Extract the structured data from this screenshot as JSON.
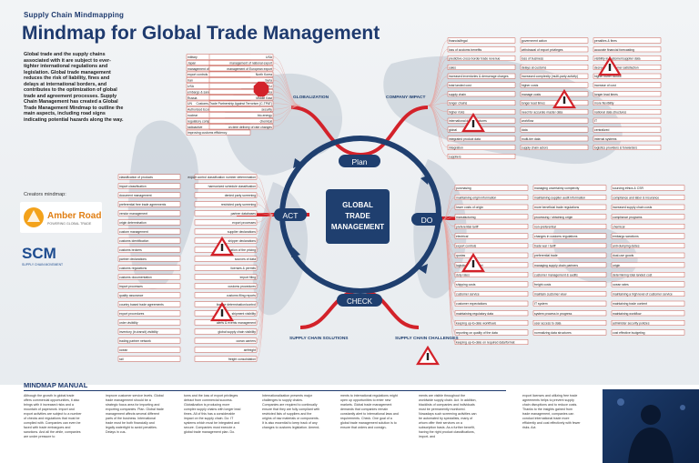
{
  "header": {
    "kicker": "Supply Chain Mindmapping",
    "title": "Mindmap for Global Trade Management"
  },
  "intro_text": "Global trade and the supply chains associated with it are subject to ever-tighter international regulations and legislation. Global trade management reduces the risk of liability, fines and delays at international borders, and contributes to the optimization of global trade and agreement processes. Supply Chain Management has created a Global Trade Management Mindmap to outline the main aspects, including road signs indicating potential hazards along the way.",
  "creator": {
    "label": "Creators mindmap:",
    "logo1_name": "Amber Road",
    "logo1_tagline": "POWERING GLOBAL TRADE",
    "logo2_name": "SCM",
    "logo2_tagline": "SUPPLY CHAIN MOVEMENT"
  },
  "center": {
    "line1": "GLOBAL",
    "line2": "TRADE",
    "line3": "MANAGEMENT",
    "cycle": [
      "Plan",
      "DO",
      "CHECK",
      "ACT"
    ]
  },
  "branches": [
    {
      "label": "GLOBALIZATION"
    },
    {
      "label": "COMPANY IMPACT"
    },
    {
      "label": "SUPPLY CHAIN SOLUTIONS"
    },
    {
      "label": "SUPPLY CHAIN CHALLENGES"
    }
  ],
  "nodes": {
    "top_left": [
      "military",
      "USA",
      "Japan",
      "management of national export",
      "management of EU export",
      "management of European export",
      "export controls",
      "North Korea",
      "Iran",
      "Syria",
      "USA",
      "EU",
      "embargo & sanctions",
      "North Korea",
      "Russia",
      "Middle East",
      "UN",
      "Customs-Trade Partnership Against Terrorism (C-TPAT)",
      "Authorized Economic Operator (AEO)",
      "security",
      "nuclear",
      "bio-energy",
      "regulatory compliance",
      "chemical",
      "radioactive",
      "on-time delivery of rate changes",
      "improving customs efficiency"
    ],
    "top_right": [
      "financial/legal",
      "government action",
      "penalties & fines",
      "loss of customs benefits",
      "withdrawal of export privileges",
      "accurate financial forecasting",
      "predictive cross-border trade revenue",
      "loss of business",
      "visibility in customer/supplier data",
      "sales",
      "delays at customs",
      "decreased customer satisfaction",
      "increased inventories & demurrage charges",
      "increased complexity (multi-party activity)",
      "higher buffer stocks",
      "total landed cost",
      "higher costs",
      "increase of cost",
      "supply chain",
      "manage costs",
      "longer lead times",
      "longer chains",
      "longer lead times",
      "more flexibility",
      "higher risks",
      "need for accurate master data",
      "national data structures",
      "international data structures",
      "workflow",
      "IT",
      "global",
      "data",
      "centralized",
      "integrated product data",
      "multi-tier data",
      "internal systems",
      "integration",
      "supply chain actors",
      "logistics providers & forwarders",
      "suppliers"
    ],
    "left_middle": [
      "classification of products",
      "export control classification number determination",
      "import classification",
      "harmonized schedule classification",
      "document management",
      "denied party screening",
      "preferential free trade agreements",
      "restricted party screening",
      "vendor management",
      "partner databases",
      "origin determination",
      "export processes",
      "custom management",
      "supplier declarations",
      "customs identification",
      "shipper declarations",
      "customs brokers",
      "determination of the pricing",
      "partner declarations",
      "sources of data",
      "customs regulations",
      "licenses & permits",
      "customs documentation",
      "import filing",
      "import processes",
      "customs procedures",
      "quality assurance",
      "customs filing reports",
      "country based trade agreements",
      "license determination/control",
      "export procedures",
      "shipment visibility",
      "order visibility",
      "alerts & events management",
      "inventory (in-transit) visibility",
      "global supply chain visibility",
      "trading partner network",
      "ocean carriers",
      "ocean",
      "airfreight",
      "rail",
      "freight consolidation"
    ],
    "right_middle": [
      "purchasing",
      "managing uncertainty complexity",
      "sourcing ethics & CSR",
      "maintaining origin information",
      "maintaining supplier audit information",
      "compliance and labor & insurance",
      "lower costs of origin",
      "more beneficial trade regulations",
      "increased supply chain costs",
      "manufacturing",
      "processing / obtaining origin",
      "compliance programs",
      "preferential tariff",
      "non-preferential",
      "chemical",
      "electrical",
      "changes in customs regulations",
      "embargo sanctions",
      "export controls",
      "trade war / tariff",
      "anti-dumping duties",
      "quotas",
      "preferential trade",
      "dual-use goods",
      "logistics & transport",
      "managing supply chain partners",
      "origin",
      "duty rates",
      "customer management & audits",
      "determining total landed cost",
      "shipping costs",
      "freight costs",
      "ocean rates",
      "customer service",
      "maintain customer view",
      "maintaining a high level of customer service",
      "customer expectations",
      "IT system",
      "maintaining trade content",
      "maintaining regulatory data",
      "system process in progress",
      "maintaining workflow",
      "keeping up-to-date workflows",
      "user access to data",
      "administer security policies",
      "reporting on quality of the data",
      "normalizing data structures",
      "cost effective budgeting",
      "keeping up-to-date on required data/format"
    ]
  },
  "manual": {
    "title": "MINDMAP MANUAL",
    "columns": [
      "Although the growth in global trade offers commercial opportunities, it also brings with it increased risks and a mountain of paperwork. Import and export activities are subject to a number of checks and regulations that must be complied with. Companies can even be faced with trade embargoes and sanctions. And all the while, companies are under pressure to",
      "improve customer service levels. Global trade management should be a strategic focus area for importing and exporting companies. Plan. Global trade management affects several different parts of the business. International trade must be both financially and legally watertight to avoid penalties. Delays in cus-",
      "toms and the loss of export privileges detract from commercial success. Globalization is producing more complex supply chains with longer lead times. All of this has a considerable impact on the supply chain. Do: IT systems which must be integrated and secure. Companies must execute a global trade management plan. Do.",
      "Internationalization presents major challenges to supply chains. Companies are required to continually ensure that they are fully compliant with restricted lists of suppliers and the origins of raw materials or components. It is also essential to keep track of any changes to customs legislation. Amend-",
      "ments to international regulations might open up opportunities to enter new markets. Global trade management demands that companies remain constantly alert to international laws and requirements. Check. One goal of a global trade management solution is to ensure that orders and consign-",
      "ments are visible throughout the worldwide supply chain. Act. In addition, blacklists of companies and individuals must be permanently monitored. Nowadays such screening activities can be automated by specialists, many of whom offer their services on a subscription basis. As a further benefit, having the right product classifications, import- and",
      "export licenses and utilizing free trade agreements helps to prevent supply chain disruptions and to reduce costs. Thanks to the insights gained from trade management, companies can conduct international trade more efficiently and cost effectively with fewer risks. Act."
    ]
  }
}
